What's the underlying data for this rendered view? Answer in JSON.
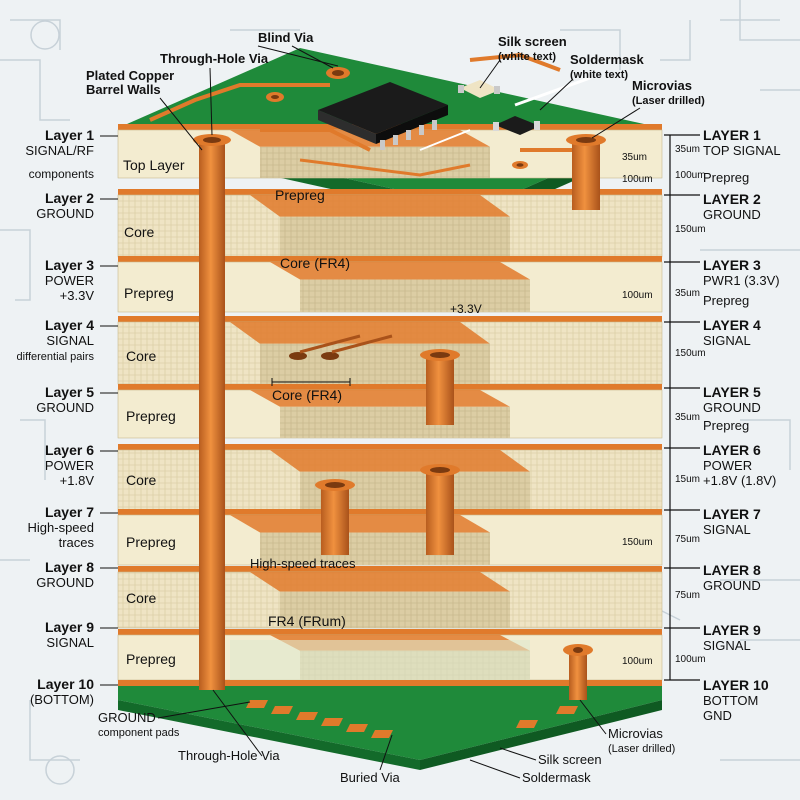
{
  "left_labels": [
    {
      "name": "Layer 1",
      "desc": [
        "SIGNAL/RF"
      ]
    },
    {
      "name": "Layer 2",
      "desc": [
        "GROUND"
      ]
    },
    {
      "name": "Layer 3",
      "desc": [
        "POWER",
        "+3.3V"
      ]
    },
    {
      "name": "Layer 4",
      "desc": [
        "SIGNAL",
        "differential pairs"
      ]
    },
    {
      "name": "Layer 5",
      "desc": [
        "GROUND"
      ]
    },
    {
      "name": "Layer 6",
      "desc": [
        "POWER",
        "+1.8V"
      ]
    },
    {
      "name": "Layer 7",
      "desc": [
        "High-speed",
        "traces"
      ]
    },
    {
      "name": "Layer 8",
      "desc": [
        "GROUND"
      ]
    },
    {
      "name": "Layer 9",
      "desc": [
        "SIGNAL"
      ]
    },
    {
      "name": "Layer 10",
      "desc": [
        "(BOTTOM)"
      ]
    }
  ],
  "left_components": "components",
  "right_labels": [
    {
      "name": "LAYER 1",
      "desc": [
        "TOP SIGNAL"
      ]
    },
    {
      "name": "LAYER 2",
      "desc": [
        "GROUND"
      ]
    },
    {
      "name": "LAYER 3",
      "desc": [
        "PWR1 (3.3V)"
      ]
    },
    {
      "name": "LAYER 4",
      "desc": [
        "SIGNAL"
      ]
    },
    {
      "name": "LAYER 5",
      "desc": [
        "GROUND"
      ]
    },
    {
      "name": "LAYER 6",
      "desc": [
        "POWER",
        "+1.8V (1.8V)"
      ]
    },
    {
      "name": "LAYER 7",
      "desc": [
        "SIGNAL"
      ]
    },
    {
      "name": "LAYER 8",
      "desc": [
        "GROUND"
      ]
    },
    {
      "name": "LAYER 9",
      "desc": [
        "SIGNAL"
      ]
    },
    {
      "name": "LAYER 10",
      "desc": [
        "BOTTOM",
        "GND"
      ]
    }
  ],
  "right_prepreg": [
    "Prepreg",
    "Prepreg",
    "Prepreg"
  ],
  "dimensions": [
    "35um",
    "100um",
    "150um",
    "35um",
    "150um",
    "35um",
    "15um",
    "75um",
    "75um",
    "100um"
  ],
  "inner_dims": [
    "35um",
    "100um",
    "100um",
    "150um",
    "100um"
  ],
  "stack_labels": [
    {
      "text": "Top Layer"
    },
    {
      "text": "Prepreg"
    },
    {
      "text": "Core"
    },
    {
      "text": "Core (FR4)"
    },
    {
      "text": "Prepreg"
    },
    {
      "text": "+3.3V"
    },
    {
      "text": "Core"
    },
    {
      "text": "Core (FR4)"
    },
    {
      "text": "Prepreg"
    },
    {
      "text": "Core"
    },
    {
      "text": "Prepreg"
    },
    {
      "text": "High-speed traces"
    },
    {
      "text": "Core"
    },
    {
      "text": "FR4 (FRum)"
    },
    {
      "text": "Prepreg"
    }
  ],
  "callouts": {
    "blind_via": "Blind Via",
    "through_hole_top": "Through-Hole Via",
    "plated_copper": [
      "Plated Copper",
      "Barrel Walls"
    ],
    "silk_screen_top": [
      "Silk screen",
      "(white text)"
    ],
    "soldermask_top": [
      "Soldermask",
      "(white text)"
    ],
    "microvias_top": [
      "Microvias",
      "(Laser drilled)"
    ],
    "ground_pads": [
      "GROUND",
      "component pads"
    ],
    "through_hole_bottom": "Through-Hole Via",
    "buried_via": "Buried Via",
    "microvias_bottom": [
      "Microvias",
      "(Laser drilled)"
    ],
    "silk_screen_bottom": "Silk screen",
    "soldermask_bottom": "Soldermask"
  },
  "colors": {
    "background": "#eef2f4",
    "circuit_lines": "#c7d1d8",
    "solder_mask": "#1f8a3a",
    "solder_mask_dark": "#136a2a",
    "copper": "#e07a2b",
    "copper_dark": "#a9521a",
    "core": "#efe4c4",
    "core_dark": "#d8c89e",
    "prepreg": "#f3ecd0",
    "chip": "#1b1b1b"
  }
}
